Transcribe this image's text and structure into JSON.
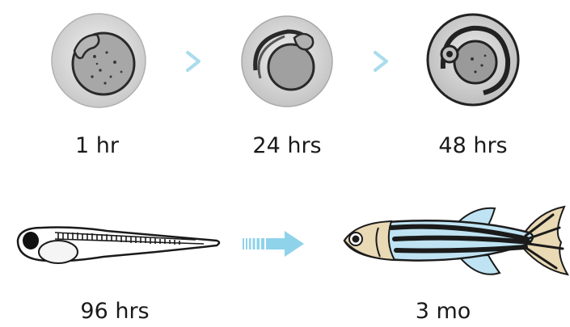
{
  "stages": [
    {
      "id": "1hr",
      "label": "1 hr"
    },
    {
      "id": "24hrs",
      "label": "24 hrs"
    },
    {
      "id": "48hrs",
      "label": "48 hrs"
    },
    {
      "id": "96hrs",
      "label": "96 hrs"
    },
    {
      "id": "3mo",
      "label": "3 mo"
    }
  ],
  "colors": {
    "arrow": "#a9dcec",
    "big_arrow": "#8fd3ea",
    "embryo_fill": "#e4e4e4",
    "fish_stripe": "#1b1b1b",
    "fish_blue": "#bfe3f2",
    "fin_tan": "#e9d9b5"
  }
}
